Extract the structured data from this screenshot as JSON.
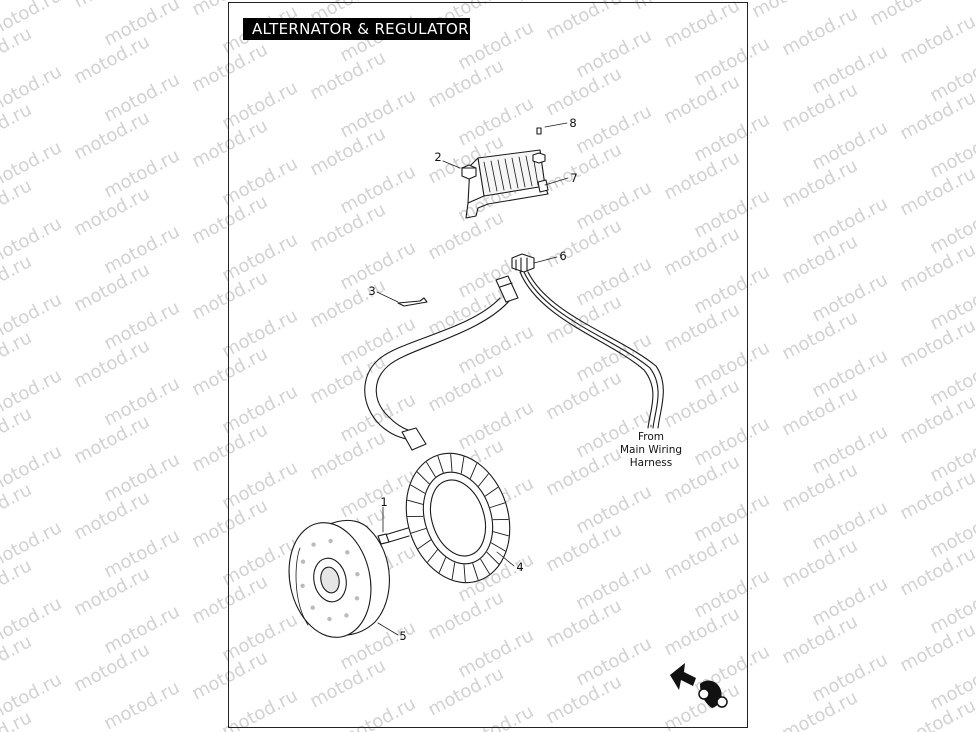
{
  "title": "ALTERNATOR & REGULATOR",
  "watermark": "motod.ru",
  "callouts": [
    "1",
    "2",
    "3",
    "4",
    "5",
    "6",
    "7",
    "8"
  ],
  "harness_note": [
    "From",
    "Main Wiring",
    "Harness"
  ],
  "colors": {
    "line": "#1a1a1a",
    "watermark": "#d2d2d2",
    "title_bg": "#000000",
    "title_fg": "#ffffff"
  },
  "icons": [
    "regulator",
    "stator",
    "rotor",
    "wiring-harness",
    "connector",
    "orientation-arrow-icon"
  ]
}
